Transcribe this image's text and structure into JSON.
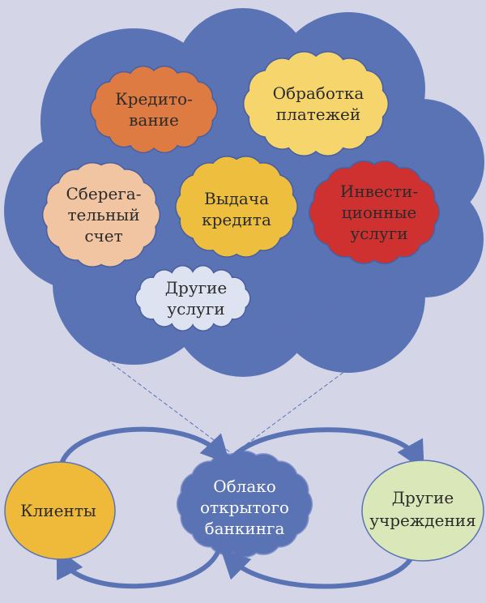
{
  "colors": {
    "background": "#d4d5e7",
    "main_cloud": "#5a73b5",
    "lending": "#dd7b42",
    "payments": "#f6d56d",
    "savings": "#f1c4a2",
    "loan_issue": "#eebf3e",
    "investment": "#cf3131",
    "other_services": "#dde3f1",
    "clients": "#efb93a",
    "other_institutions": "#d9e7b9",
    "arrow": "#5a73b5"
  },
  "services": {
    "lending": [
      "Кредито-",
      "вание"
    ],
    "payments": [
      "Обработка",
      "платежей"
    ],
    "savings": [
      "Сберега-",
      "тельный",
      "счет"
    ],
    "loan_issue": [
      "Выдача",
      "кредита"
    ],
    "investment": [
      "Инвести-",
      "ционные",
      "услуги"
    ],
    "other_services": [
      "Другие",
      "услуги"
    ]
  },
  "flow": {
    "clients": [
      "Клиенты"
    ],
    "open_banking_cloud": [
      "Облако",
      "открытого",
      "банкинга"
    ],
    "other_institutions": [
      "Другие",
      "учреждения"
    ]
  }
}
